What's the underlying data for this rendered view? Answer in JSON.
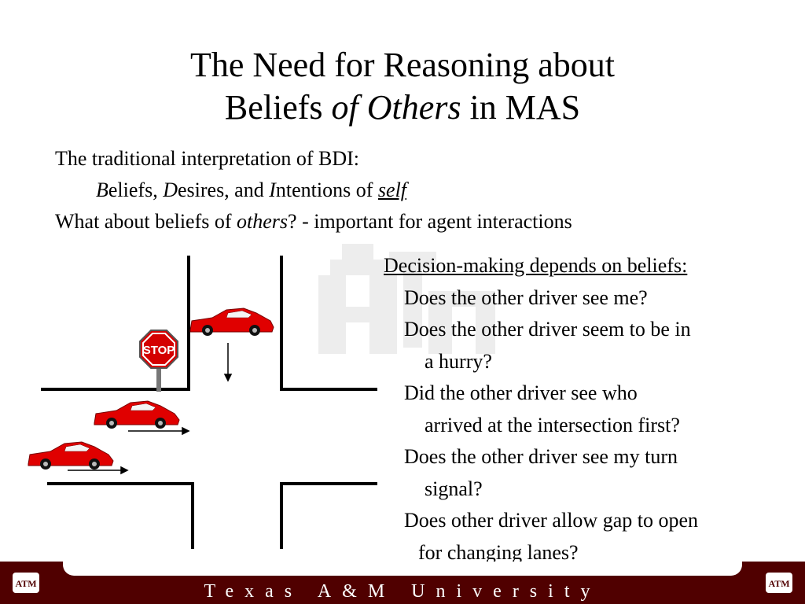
{
  "title": {
    "line1": "The Need for Reasoning about",
    "line2_a": "Beliefs ",
    "line2_em": "of Others",
    "line2_b": " in MAS"
  },
  "intro": {
    "line1": "The traditional interpretation of BDI:",
    "b_initial": "B",
    "b_rest": "eliefs, ",
    "d_initial": "D",
    "d_rest": "esires, and ",
    "i_initial": "I",
    "i_rest": "ntentions of ",
    "self": "self",
    "line3_a": "What about beliefs of ",
    "others": "others",
    "line3_b": "? - important for agent interactions"
  },
  "scene": {
    "stop_sign": "STOP",
    "colors": {
      "car": "#e00000",
      "sign": "#d40000",
      "road": "#000000"
    }
  },
  "questions": {
    "heading": "Decision-making depends on beliefs:",
    "q1": "Does the other driver see me?",
    "q2a": "Does the other driver seem to be in",
    "q2b": "a hurry?",
    "q3a": "Did the other driver see who",
    "q3b": "arrived at the intersection first?",
    "q4a": "Does the other driver see my turn",
    "q4b": "signal?",
    "q5a": "Does other driver allow gap to open",
    "q5b": "for changing lanes?"
  },
  "footer": {
    "text": "Texas A&M University",
    "logo": "ATM",
    "colors": {
      "maroon": "#500000"
    }
  }
}
